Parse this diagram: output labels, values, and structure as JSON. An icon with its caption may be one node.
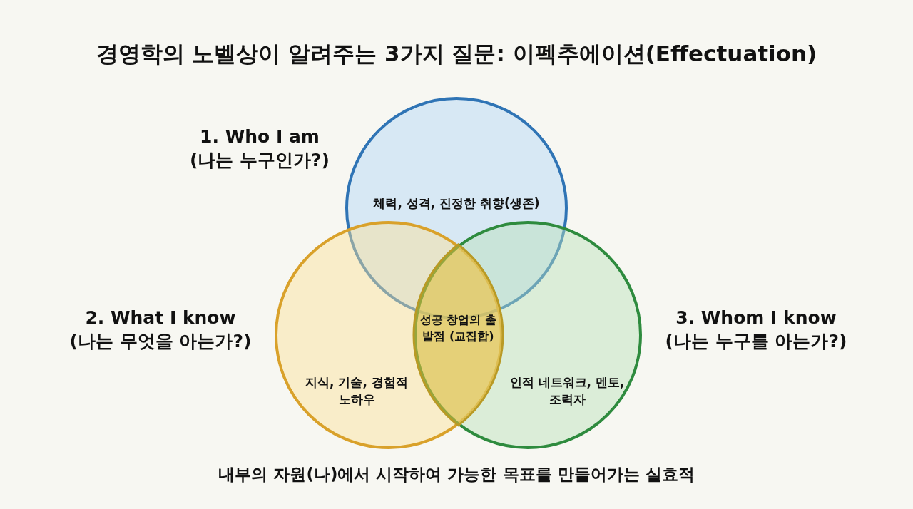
{
  "diagram": {
    "title": "경영학의 노벨상이 알려주는 3가지 질문: 이펙추에이션(Effectuation)",
    "caption": "내부의 자원(나)에서 시작하여 가능한 목표를 만들어가는 실효적",
    "nodes": [
      {
        "text": [
          "1. Who I am (나는 누구인가?)",
          "체력, 성격, 진정한 취향(생존)"
        ]
      },
      {
        "text": [
          "2. What I know (나는 무엇을 아는가?)",
          "지식, 기술, 경험적 노하우"
        ]
      },
      {
        "text": [
          "3. Whom I know (나는 누구를 아는가?)",
          "인적 네트워크, 멘토, 조력자"
        ]
      },
      {
        "text": [
          "성공 창업의 출발점 (교집합)"
        ]
      }
    ]
  }
}
